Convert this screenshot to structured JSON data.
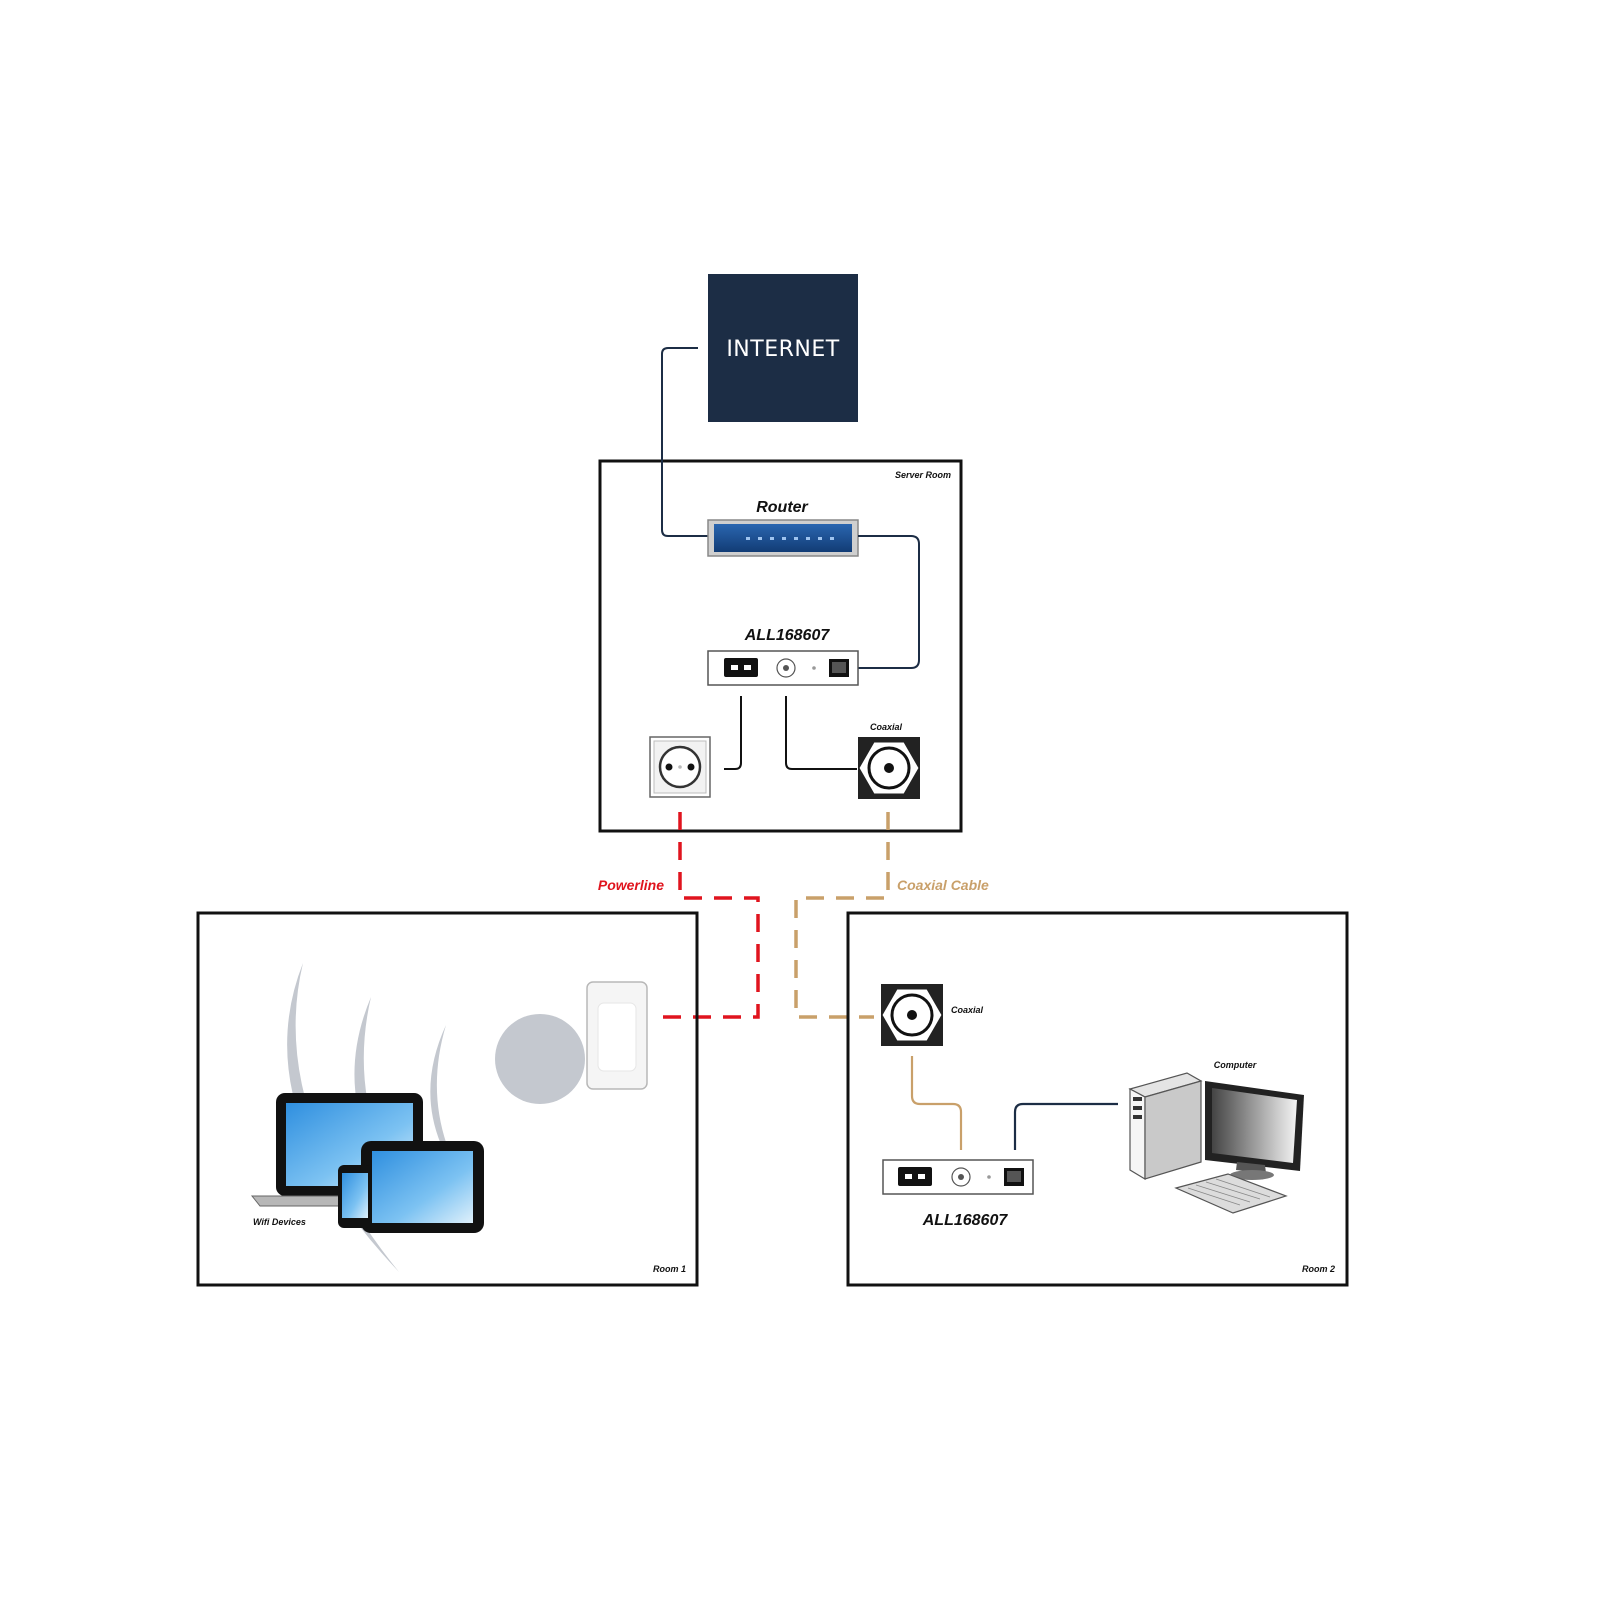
{
  "internet": {
    "label": "INTERNET"
  },
  "server_room": {
    "title": "Server Room",
    "router_label": "Router",
    "adapter_label": "ALL168607",
    "coaxial_label": "Coaxial"
  },
  "links": {
    "powerline_label": "Powerline",
    "coaxial_cable_label": "Coaxial Cable"
  },
  "room1": {
    "title": "Room 1",
    "wifi_devices_label": "Wifi Devices"
  },
  "room2": {
    "title": "Room 2",
    "coaxial_label": "Coaxial",
    "adapter_label": "ALL168607",
    "computer_label": "Computer"
  },
  "colors": {
    "internet_bg": "#1c2d45",
    "ethernet_line": "#1c2d45",
    "powerline": "#e0141e",
    "coaxial_cable": "#c9a06a",
    "screen_blue": "#5aaee8",
    "router_blue": "#1a4f93"
  }
}
